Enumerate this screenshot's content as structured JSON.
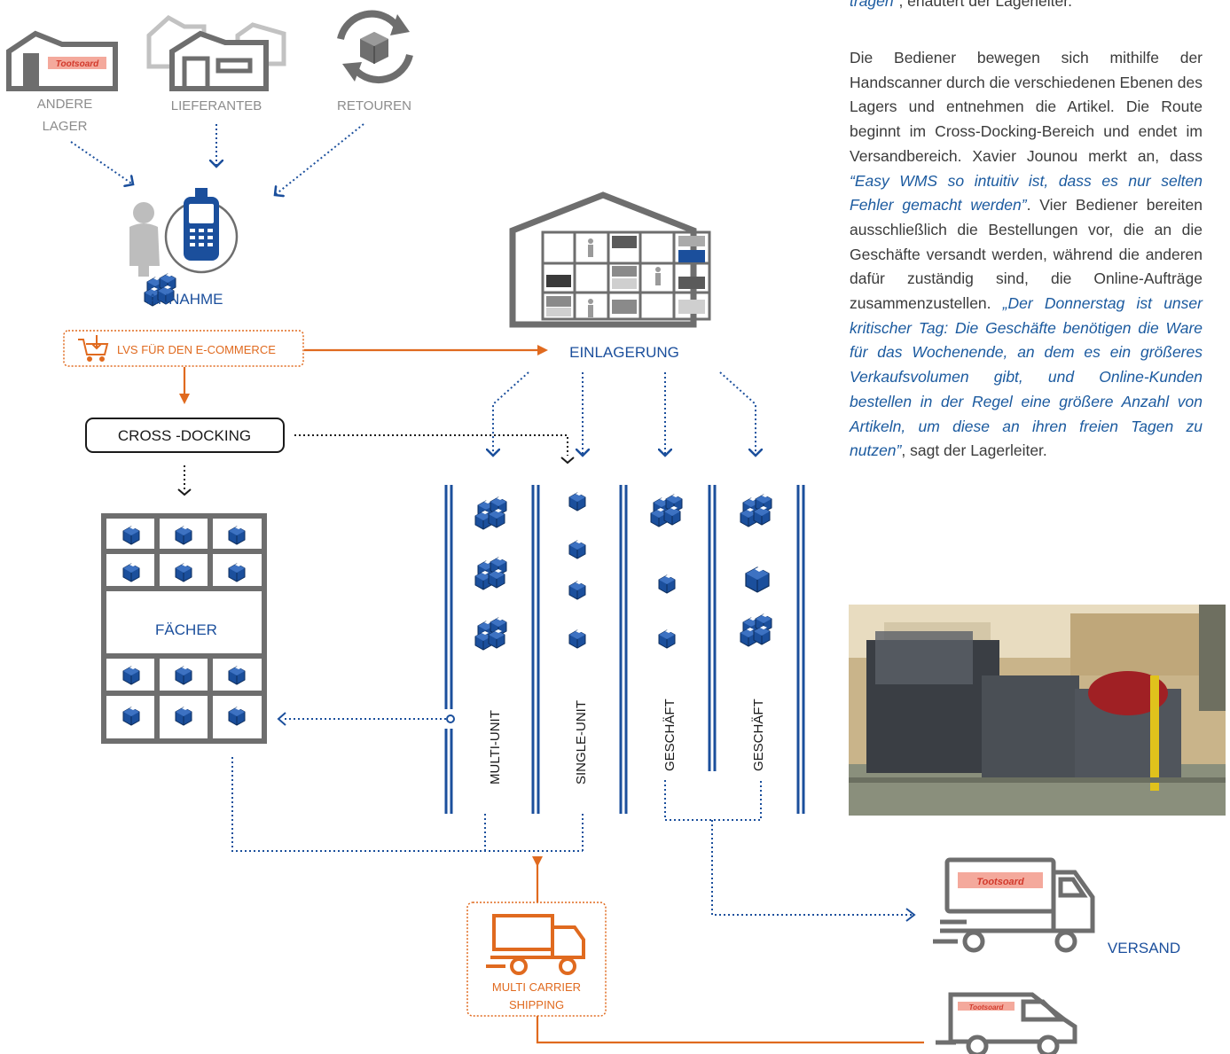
{
  "sources": {
    "other_warehouse": "ANDERE\nLAGER",
    "other_warehouse_line1": "ANDERE",
    "other_warehouse_line2": "LAGER",
    "suppliers": "LIEFERANTEB",
    "returns": "RETOUREN"
  },
  "nodes": {
    "receiving": "ANNAHME",
    "wms": "LVS FÜR DEN E-COMMERCE",
    "storage": "EINLAGERUNG",
    "cross_docking": "CROSS -DOCKING",
    "slots": "FÄCHER",
    "multi_carrier_line1": "MULTI CARRIER",
    "multi_carrier_line2": "SHIPPING",
    "shipping": "VERSAND"
  },
  "lanes": [
    "MULTI-UNIT",
    "SINGLE-UNIT",
    "GESCHÄFT",
    "GESCHÄFT"
  ],
  "logo_text": "Tootsoard",
  "article": {
    "lead_quote": "tragen”",
    "lead_rest": ", erläutert der Lagerleiter.",
    "p1_part1": "Die Bediener bewegen sich mithilfe der Handscanner durch die verschiedenen Ebenen des Lagers und entnehmen die Artikel. Die Route beginnt im Cross-Docking-Bereich und endet im Versandbereich. Xavier Jounou merkt an, dass ",
    "p1_quote1": "“Easy WMS so intuitiv ist, dass es nur selten Fehler gemacht werden”",
    "p1_part2": ". Vier Bediener bereiten ausschließlich die Bestellungen vor, die an die Geschäfte versandt werden, während die anderen dafür zuständig sind, die Online-Aufträge zusammenzustellen. ",
    "p1_quote2": "„Der Donnerstag ist unser kritischer Tag: Die Geschäfte benötigen die Ware für das Wochenende, an dem es ein größeres Verkaufsvolumen gibt, und Online-Kunden bestellen in der Regel eine größere Anzahl von Artikeln, um diese an ihren freien Tagen zu nutzen”",
    "p1_part3": ", sagt der Lagerleiter."
  },
  "colors": {
    "blue": "#1b4f9c",
    "orange": "#e06a1f",
    "gray": "#6e6e6e",
    "light_gray": "#bdbdbd"
  },
  "icons": {
    "box": "box-icon",
    "house": "warehouse-icon",
    "returns": "returns-cycle-icon",
    "scanner": "handheld-scanner-icon",
    "person": "person-icon",
    "cart": "cart-download-icon",
    "truck": "delivery-truck-icon",
    "van": "delivery-van-icon"
  }
}
